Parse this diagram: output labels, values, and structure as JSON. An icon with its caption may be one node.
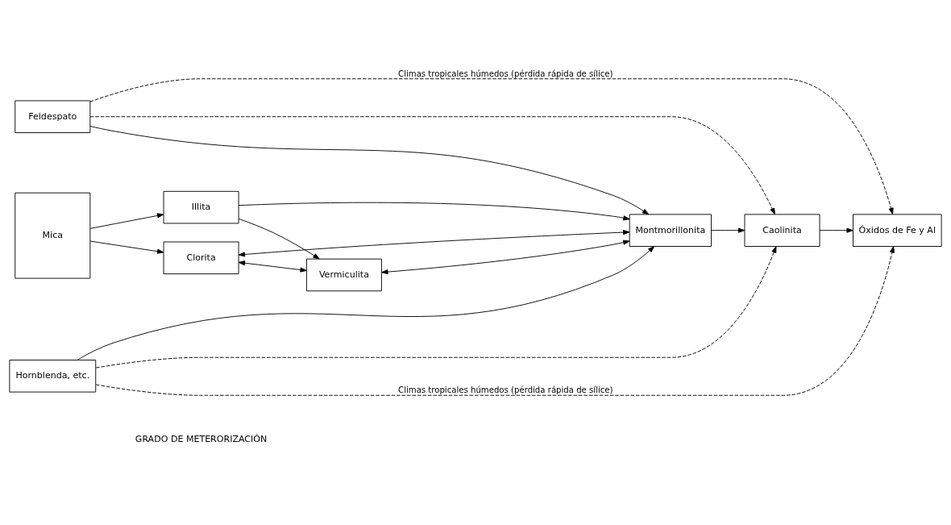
{
  "diagram": {
    "nodes": [
      {
        "text": [
          "Feldespato"
        ]
      },
      {
        "text": [
          "Mica"
        ]
      },
      {
        "text": [
          "Illita"
        ]
      },
      {
        "text": [
          "Vermiculita"
        ]
      },
      {
        "text": [
          "Montmorillonita"
        ]
      },
      {
        "text": [
          "Clorita"
        ]
      },
      {
        "text": [
          "Hornblenda, etc."
        ]
      },
      {
        "text": [
          "Caolinita"
        ]
      },
      {
        "text": [
          "Óxidos de Fe y Al"
        ]
      }
    ],
    "edges": [
      {
        "from": 0,
        "to": 8,
        "arrow": "to",
        "style": "dashed",
        "label": "Climas tropicales húmedos (pérdida rápida de sílice)"
      },
      {
        "from": 0,
        "to": 7,
        "arrow": "to",
        "style": "dashed"
      },
      {
        "from": 0,
        "to": 4,
        "arrow": "to"
      },
      {
        "from": 1,
        "to": 2,
        "arrow": "to"
      },
      {
        "from": 1,
        "to": 5,
        "arrow": "to"
      },
      {
        "from": 2,
        "to": 3,
        "arrow": "to"
      },
      {
        "from": 2,
        "to": 4,
        "arrow": "to"
      },
      {
        "from": 3,
        "to": 4,
        "arrow": "both"
      },
      {
        "from": 3,
        "to": 5,
        "arrow": "both"
      },
      {
        "from": 5,
        "to": 4,
        "arrow": "both"
      },
      {
        "from": 6,
        "to": 4,
        "arrow": "to"
      },
      {
        "from": 6,
        "to": 7,
        "arrow": "to",
        "style": "dashed"
      },
      {
        "from": 6,
        "to": 8,
        "arrow": "to",
        "style": "dashed",
        "label": "Climas tropicales húmedos (pérdida rápida de sílice)"
      },
      {
        "from": 4,
        "to": 7,
        "arrow": "to"
      },
      {
        "from": 7,
        "to": 8,
        "arrow": "to"
      }
    ],
    "labels": [
      "GRADO DE METERORIZACIÓN"
    ]
  }
}
